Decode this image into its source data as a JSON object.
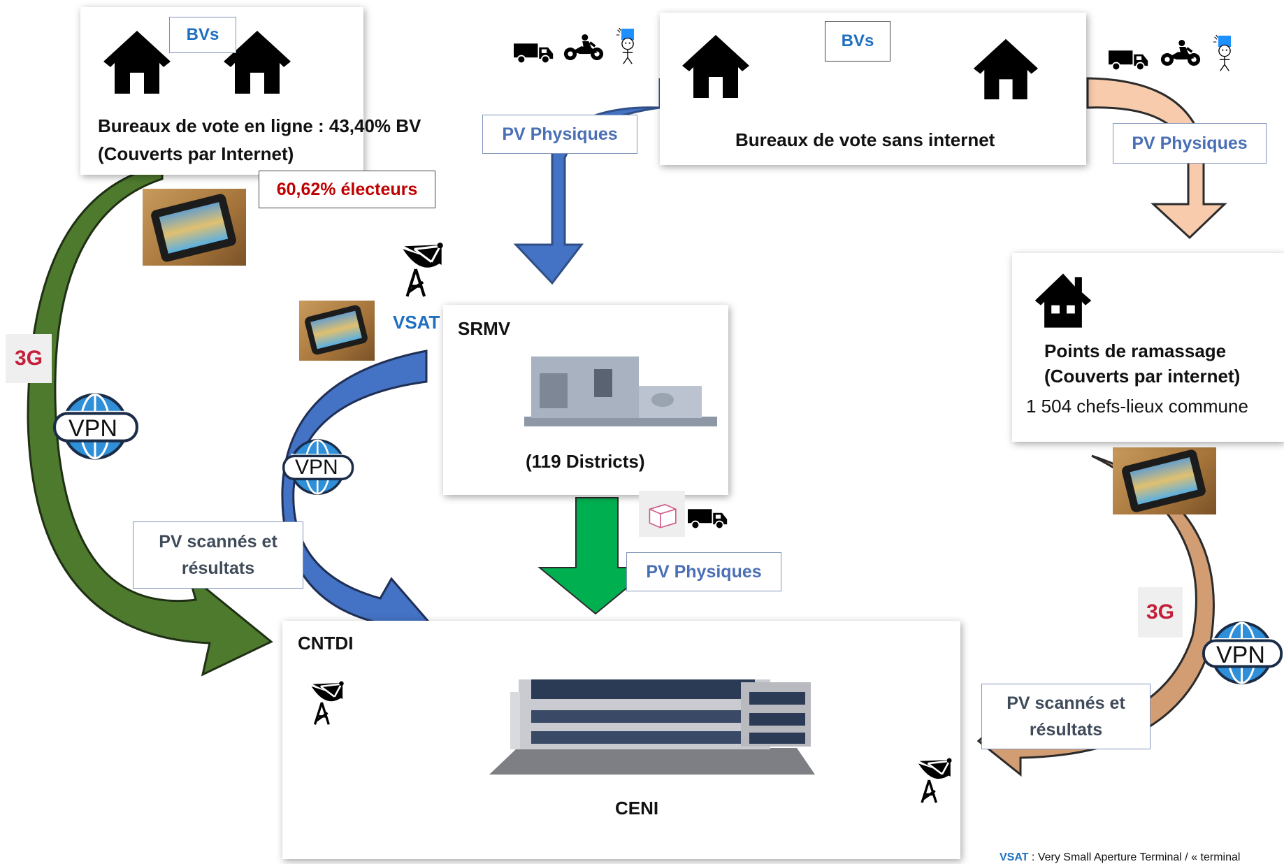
{
  "online_bv": {
    "bvs_label": "BVs",
    "title_line1": "Bureaux de vote en ligne : 43,40% BV",
    "title_line2": "(Couverts par Internet)",
    "electeurs": "60,62% électeurs"
  },
  "offline_bv": {
    "bvs_label": "BVs",
    "title": "Bureaux de vote sans internet"
  },
  "pv_physiques_1": "PV Physiques",
  "pv_physiques_2": "PV Physiques",
  "pv_physiques_3": "PV Physiques",
  "vsat_label": "VSAT",
  "srmv": {
    "title": "SRMV",
    "districts": "(119 Districts)"
  },
  "points_ramassage": {
    "line1": "Points de ramassage",
    "line2": "(Couverts par internet)",
    "line3": "1 504 chefs-lieux commune"
  },
  "cntdi": {
    "title": "CNTDI",
    "ceni": "CENI"
  },
  "pv_scannes_left": {
    "line1": "PV scannés et",
    "line2": "résultats"
  },
  "pv_scannes_right": {
    "line1": "PV scannés et",
    "line2": "résultats"
  },
  "vpn_label": "VPN",
  "badge_3g": "3G",
  "footer_note": {
    "abbr": "VSAT",
    "text": " : Very Small Aperture Terminal / « terminal"
  },
  "colors": {
    "green_arrow": "#4e7a2e",
    "blue_arrow": "#4472c4",
    "orange_arrow": "#f4b183",
    "brown_arrow": "#c8936a",
    "peach_arrow": "#f8cbad",
    "srmv_arrow": "#00b050",
    "electeurs_text": "#c00000",
    "label_blue": "#4a6fb5"
  },
  "icons": [
    "house-icon",
    "truck-icon",
    "motorbike-icon",
    "courier-icon",
    "satellite-dish-icon",
    "vpn-globe-icon",
    "tablet-photo",
    "building-icon",
    "package-icon"
  ]
}
